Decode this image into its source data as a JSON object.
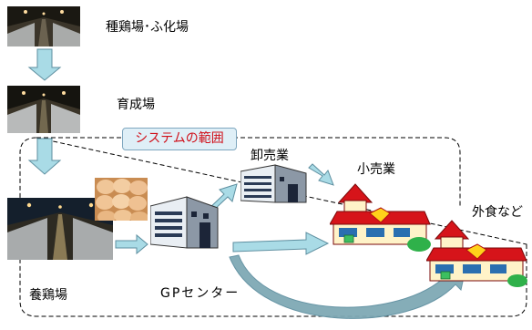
{
  "labels": {
    "breeding_farm": "種鶏場･ふ化場",
    "rearing_farm": "育成場",
    "system_scope": "システムの範囲",
    "wholesale": "卸売業",
    "retail": "小売業",
    "food_service": "外食など",
    "layer_farm": "養鶏場",
    "gp_center": "GPセンター"
  },
  "colors": {
    "arrow_fill": "#a9dbe6",
    "arrow_stroke": "#5e8fa0",
    "badge_text": "#d0101a",
    "badge_bg": "#dfeff7",
    "store_roof": "#d6141a",
    "store_wall": "#fff3c8",
    "tree_green": "#2fb14a"
  },
  "icons": [
    "building-icon",
    "store-icon",
    "egg-tray-icon",
    "poultry-house-photo"
  ]
}
